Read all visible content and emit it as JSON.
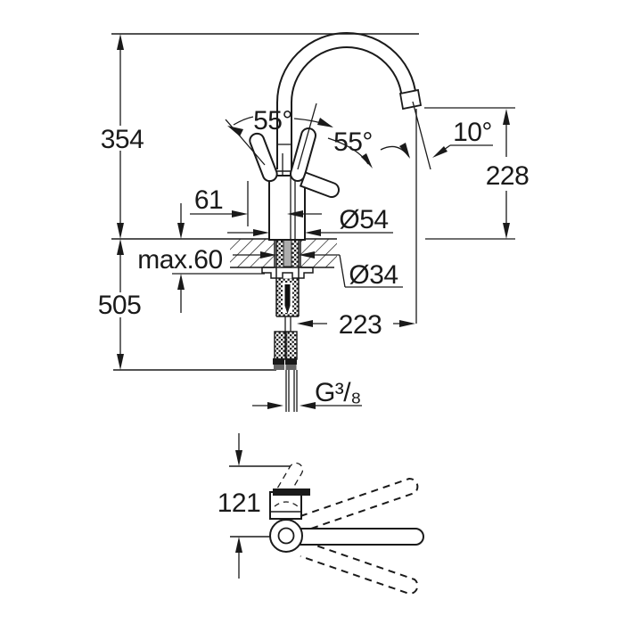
{
  "drawing": {
    "description": "Technical dimension drawing of a single-lever kitchen sink mixer tap: side elevation with gooseneck spout, mounting cross-section through countertop, and plan view of handle swing range",
    "units_implied": "mm",
    "colors": {
      "line": "#1a1a1a",
      "background": "#ffffff",
      "shank_core": "#adadad"
    }
  },
  "labels": {
    "overall_height": "354",
    "below_deck": "505",
    "max_thickness": "max.60",
    "rear_offset": "61",
    "body_dia": "Ø54",
    "hole_dia": "Ø34",
    "reach": "223",
    "thread": "G³/₈",
    "outlet_height": "228",
    "stream_angle": "10°",
    "lever_angle_up": "55°",
    "lever_angle_open": "55°",
    "topview_reach": "121"
  }
}
